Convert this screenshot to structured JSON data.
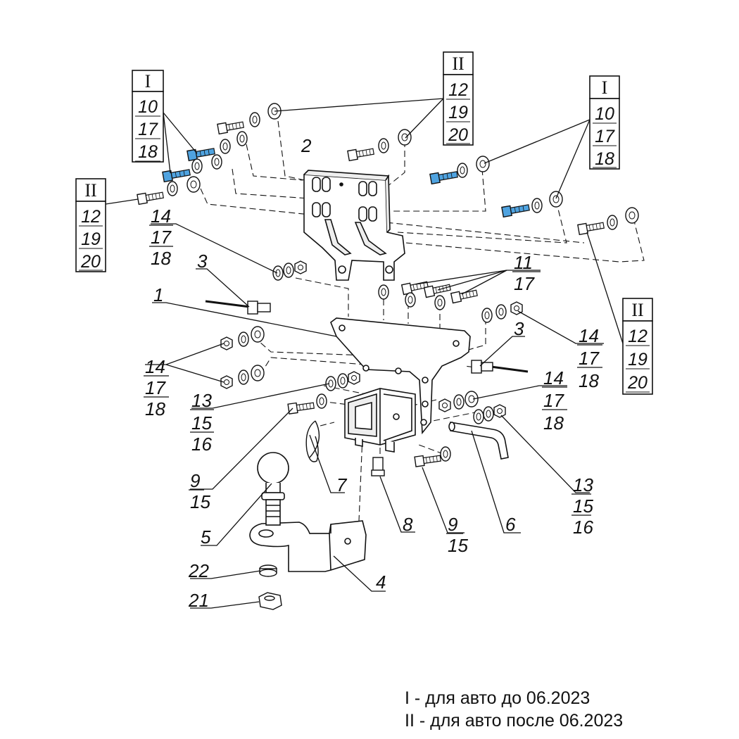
{
  "title": "",
  "legend": {
    "line1": "I - для авто до 06.2023",
    "line2": "II - для авто после 06.2023"
  },
  "boxes": [
    {
      "id": "box-left-I",
      "roman": "I",
      "nums": [
        "10",
        "17",
        "18"
      ]
    },
    {
      "id": "box-top-II",
      "roman": "II",
      "nums": [
        "12",
        "19",
        "20"
      ]
    },
    {
      "id": "box-right-I",
      "roman": "I",
      "nums": [
        "10",
        "17",
        "18"
      ]
    },
    {
      "id": "box-left-II",
      "roman": "II",
      "nums": [
        "12",
        "19",
        "20"
      ]
    },
    {
      "id": "box-right-II",
      "roman": "II",
      "nums": [
        "12",
        "19",
        "20"
      ]
    }
  ],
  "callouts": {
    "c1": "1",
    "c2": "2",
    "c3a": "3",
    "c3b": "3",
    "c4": "4",
    "c5": "5",
    "c6": "6",
    "c7": "7",
    "c8": "8",
    "c9a": [
      "9",
      "15"
    ],
    "c9b": [
      "9",
      "15"
    ],
    "c11": [
      "11",
      "17"
    ],
    "c13a": [
      "13",
      "15",
      "16"
    ],
    "c13b": [
      "13",
      "15",
      "16"
    ],
    "c14a": [
      "14",
      "17",
      "18"
    ],
    "c14b": [
      "14",
      "17",
      "18"
    ],
    "c14c": [
      "14",
      "17",
      "18"
    ],
    "c14d": [
      "14",
      "17",
      "18"
    ],
    "c21": "21",
    "c22": "22"
  },
  "colors": {
    "line": "#111111",
    "highlight_bolt": "#4fa3e0",
    "part_fill": "#ffffff",
    "part_shade": "#e6e6e6"
  }
}
